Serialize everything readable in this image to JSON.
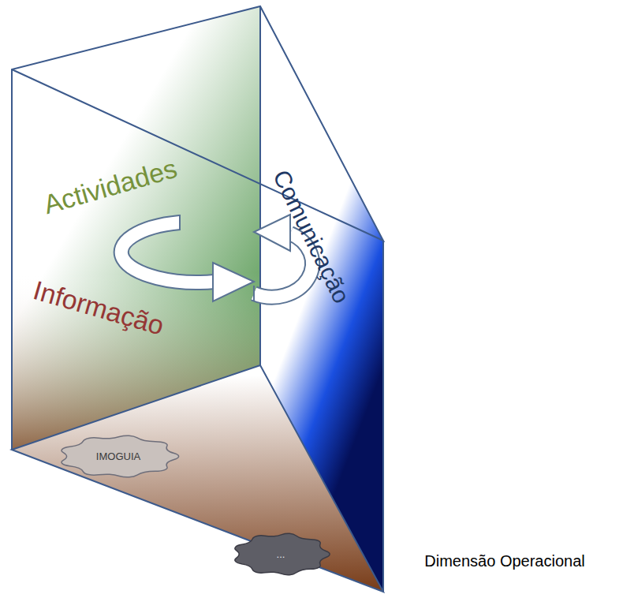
{
  "diagram": {
    "nodes": [
      {
        "text": [
          "IMOGUIA"
        ]
      },
      {
        "text": [
          "..."
        ]
      }
    ],
    "labels": [
      "Actividades",
      "Informação",
      "Comunicação",
      "Dimensão Operacional"
    ]
  }
}
